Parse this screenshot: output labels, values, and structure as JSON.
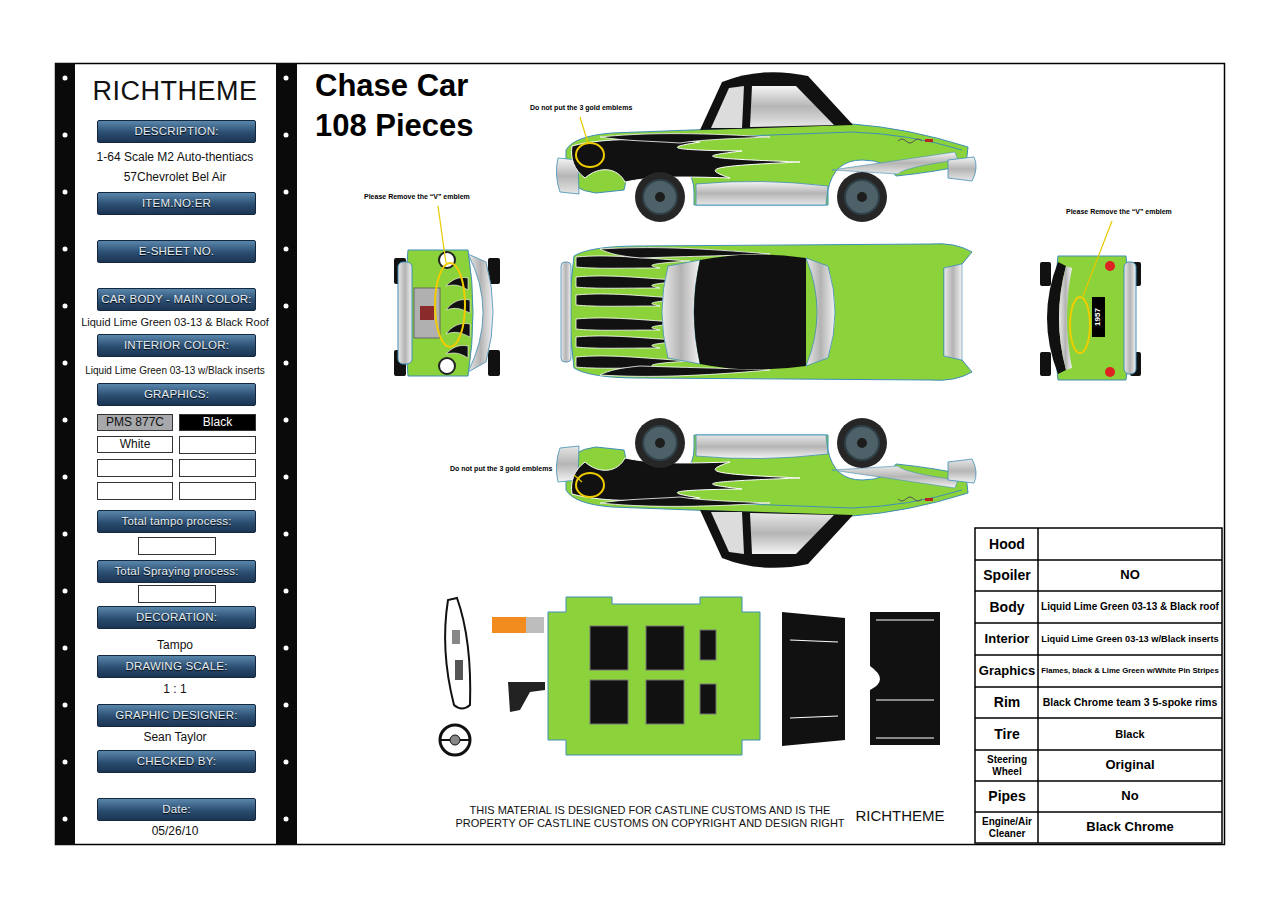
{
  "diagram": {
    "title": "Chase Car 108 Pieces",
    "nodes": [
      {
        "text": [
          "RICHTHEME"
        ]
      },
      {
        "text": [
          "DESCRIPTION:"
        ],
        "in": 0
      },
      {
        "text": [
          "ITEM.NO:ER"
        ],
        "in": 0
      },
      {
        "text": [
          "E-SHEET NO."
        ],
        "in": 0
      },
      {
        "text": [
          "CAR BODY - MAIN COLOR:"
        ],
        "in": 0
      },
      {
        "text": [
          "INTERIOR COLOR:"
        ],
        "in": 0
      },
      {
        "text": [
          "GRAPHICS:"
        ],
        "in": 0
      },
      {
        "text": [
          "PMS 877C"
        ],
        "in": 0
      },
      {
        "text": [
          "Black"
        ],
        "in": 0
      },
      {
        "text": [
          "White"
        ],
        "in": 0
      },
      {
        "text": [
          "Total tampo process:"
        ],
        "in": 0
      },
      {
        "text": [
          "Total Spraying process:"
        ],
        "in": 0
      },
      {
        "text": [
          "DECORATION:"
        ],
        "in": 0
      },
      {
        "text": [
          "DRAWING SCALE:"
        ],
        "in": 0
      },
      {
        "text": [
          "GRAPHIC DESIGNER:"
        ],
        "in": 0
      },
      {
        "text": [
          "CHECKED BY:"
        ],
        "in": 0
      },
      {
        "text": [
          "Date:"
        ],
        "in": 0
      }
    ],
    "labels": [
      "1-64 Scale M2 Auto-thentiacs",
      "57Chevrolet Bel Air",
      "Liquid Lime Green 03-13 & Black Roof",
      "Liquid Lime Green 03-13 w/Black inserts",
      "Tampo",
      "1 : 1",
      "Sean Taylor",
      "05/26/10",
      "Do not put the 3 gold emblems",
      "Please Remove the “V” emblem",
      "Please Remove the “V” emblem",
      "Do not put the 3 gold emblems",
      "1957",
      "Hood",
      "Spoiler",
      "NO",
      "Body",
      "Liquid Lime Green 03-13 & Black roof",
      "Interior",
      "Liquid Lime Green 03-13 w/Black inserts",
      "Graphics",
      "Flames, black & Lime Green w/White Pin Stripes",
      "Rim",
      "Black Chrome team 3 5-spoke rims",
      "Tire",
      "Black",
      "Steering Wheel",
      "Original",
      "Pipes",
      "No",
      "Engine/Air Cleaner",
      "Black Chrome",
      "THIS MATERIAL IS DESIGNED FOR CASTLINE CUSTOMS AND IS THE PROPERTY OF CASTLINE CUSTOMS ON COPYRIGHT AND DESIGN RIGHT",
      "RICHTHEME"
    ]
  }
}
